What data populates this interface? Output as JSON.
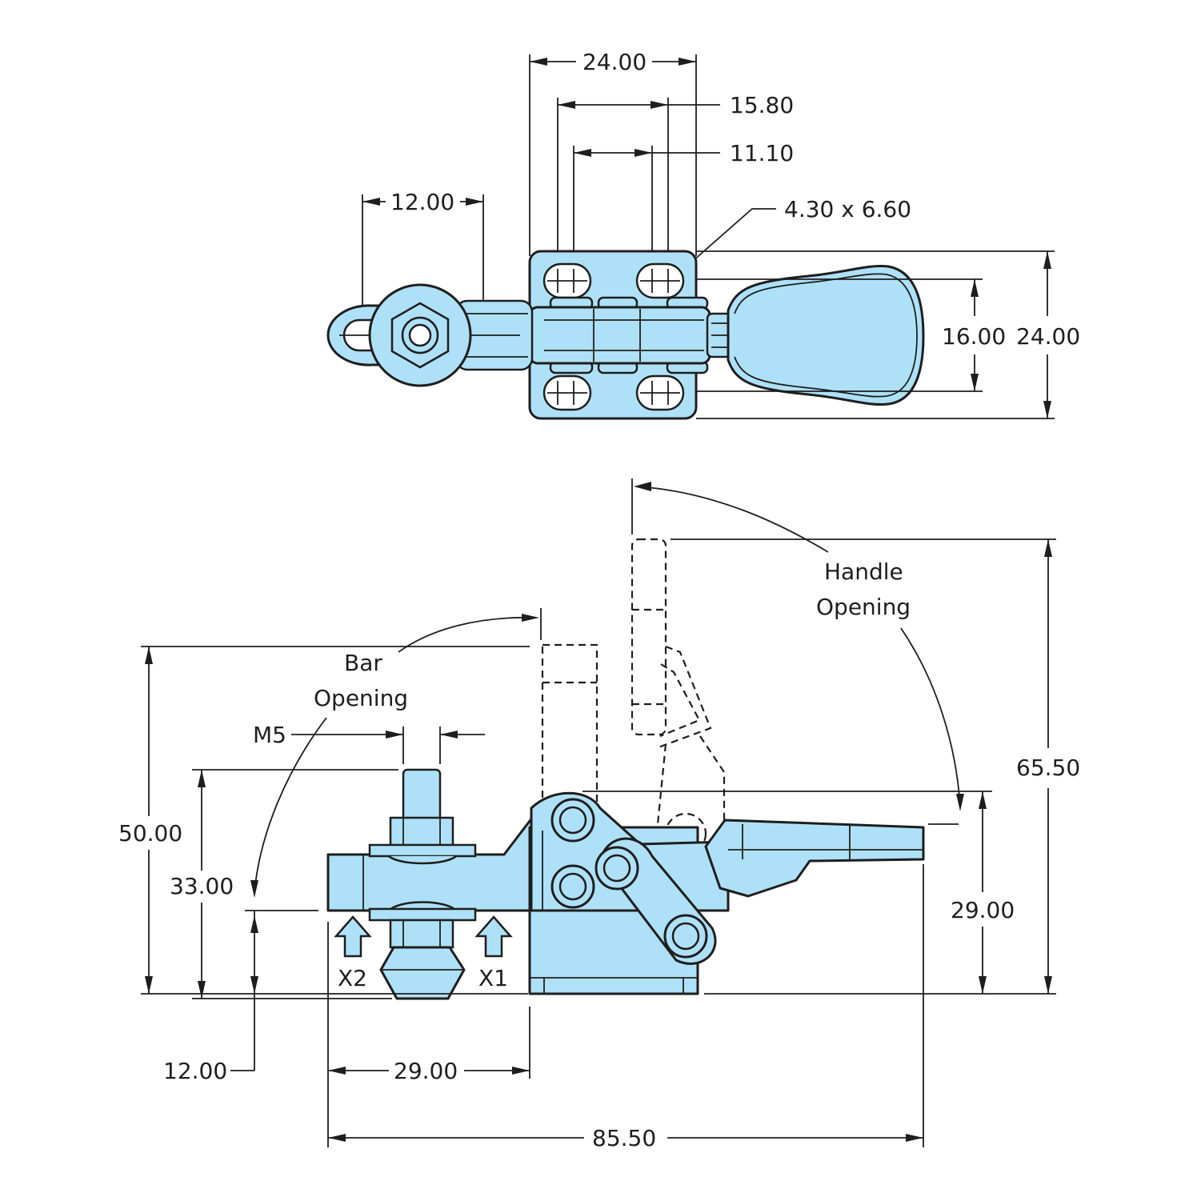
{
  "top_view": {
    "dim_overall_width": "24.00",
    "dim_hole_span_outer": "15.80",
    "dim_hole_span_inner": "11.10",
    "dim_bar_eye": "12.00",
    "dim_slot": "4.30 x 6.60",
    "dim_handle_width": "16.00",
    "dim_base_width": "24.00"
  },
  "side_view": {
    "label_handle_line1": "Handle",
    "label_handle_line2": "Opening",
    "label_bar_line1": "Bar",
    "label_bar_line2": "Opening",
    "label_thread": "M5",
    "dim_height_bar_open": "50.00",
    "dim_spindle_height": "33.00",
    "dim_height_handle_open": "65.50",
    "dim_handle_height": "29.00",
    "dim_bar_height": "12.00",
    "dim_spindle_offset": "29.00",
    "dim_overall_length": "85.50",
    "label_x1": "X1",
    "label_x2": "X2"
  },
  "colors": {
    "part_fill": "#aee1f7",
    "line": "#1e1e1e"
  }
}
